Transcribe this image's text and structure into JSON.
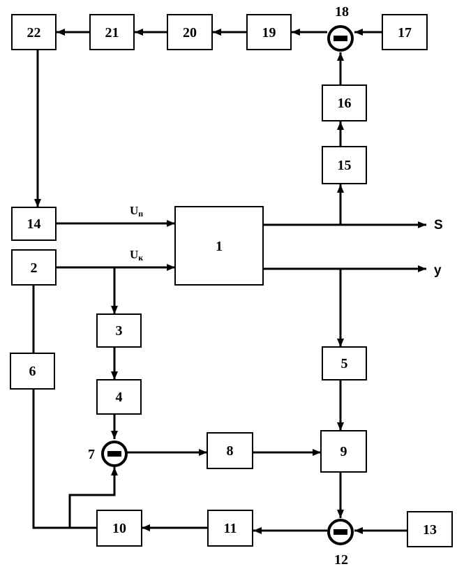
{
  "blocks": {
    "b1": "1",
    "b2": "2",
    "b3": "3",
    "b4": "4",
    "b5": "5",
    "b6": "6",
    "b8": "8",
    "b9": "9",
    "b10": "10",
    "b11": "11",
    "b13": "13",
    "b14": "14",
    "b15": "15",
    "b16": "16",
    "b17": "17",
    "b19": "19",
    "b20": "20",
    "b21": "21",
    "b22": "22"
  },
  "comparators": {
    "c7": "7",
    "c12": "12",
    "c18": "18"
  },
  "signals": {
    "up_main": "U",
    "up_sub": "п",
    "uk_main": "U",
    "uk_sub": "к",
    "out_s": "S",
    "out_y": "y"
  }
}
